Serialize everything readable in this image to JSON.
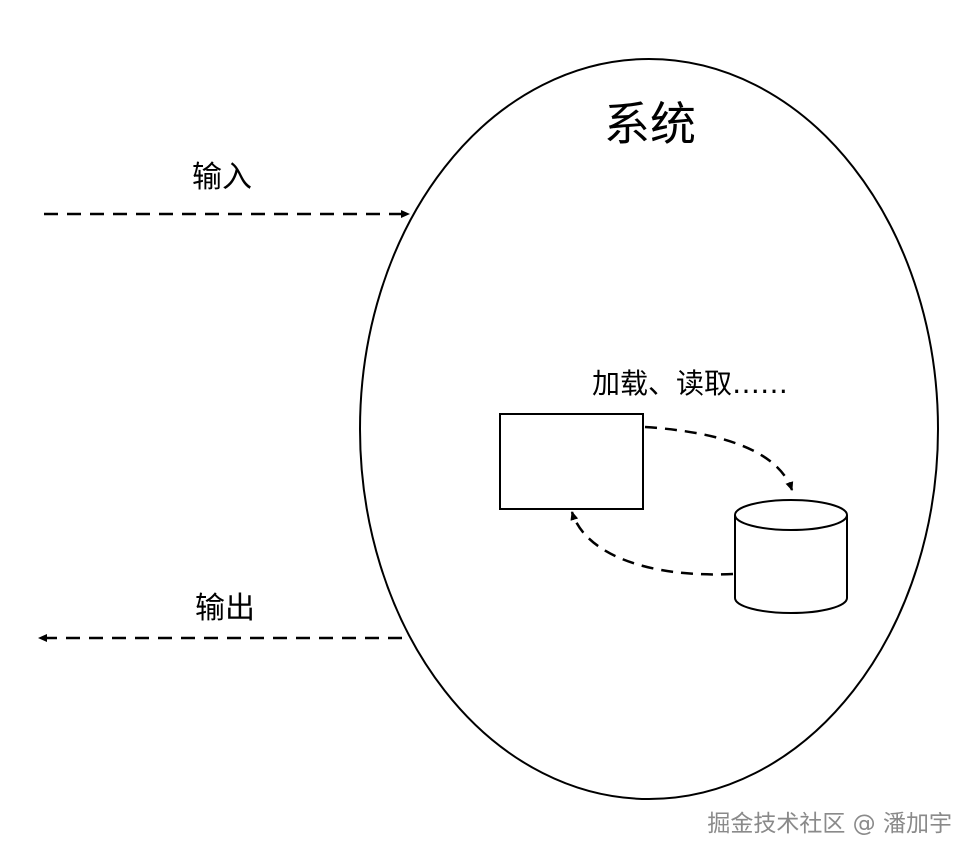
{
  "diagram": {
    "system_label": "系统",
    "input_label": "输入",
    "output_label": "输出",
    "process_label": "加载、读取……",
    "watermark": "掘金技术社区 @ 潘加宇"
  },
  "colors": {
    "stroke": "#000000",
    "background": "#ffffff",
    "watermark": "#8a8a8a"
  }
}
